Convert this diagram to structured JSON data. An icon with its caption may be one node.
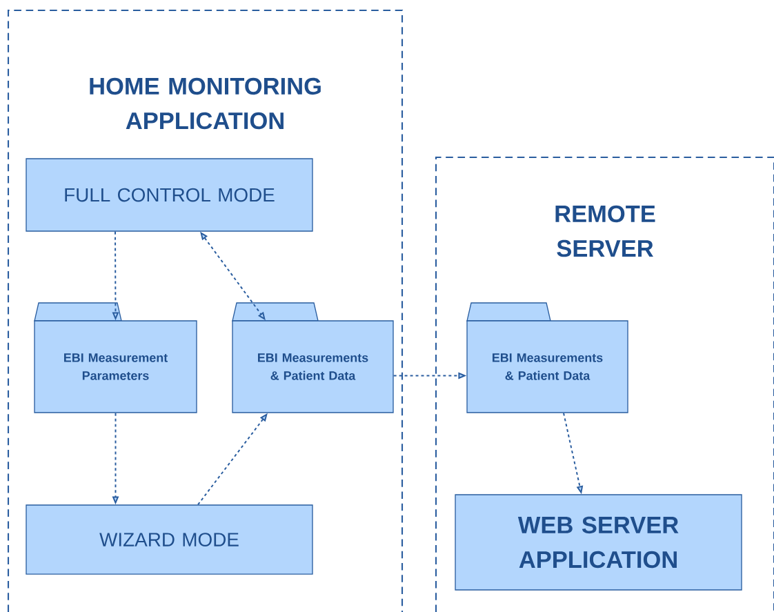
{
  "diagram": {
    "nodes": [
      {
        "text": [
          "HOME MONITORING APPLICATION"
        ]
      },
      {
        "text": [
          "REMOTE SERVER"
        ]
      },
      {
        "text": [
          "FULL CONTROL MODE"
        ],
        "in": 0
      },
      {
        "text": [
          "EBI Measurement Parameters"
        ],
        "in": 0
      },
      {
        "text": [
          "EBI Measurements & Patient Data"
        ],
        "in": 0
      },
      {
        "text": [
          "WIZARD MODE"
        ],
        "in": 0
      },
      {
        "text": [
          "EBI Measurements & Patient Data"
        ],
        "in": 1
      },
      {
        "text": [
          "WEB SERVER APPLICATION"
        ],
        "in": 1
      }
    ],
    "edges": [
      {
        "from": 2,
        "to": 3,
        "arrow": "to"
      },
      {
        "from": 2,
        "to": 4,
        "arrow": "both"
      },
      {
        "from": 3,
        "to": 5,
        "arrow": "to"
      },
      {
        "from": 5,
        "to": 4,
        "arrow": "to"
      },
      {
        "from": 4,
        "to": 6,
        "arrow": "to"
      },
      {
        "from": 6,
        "to": 7,
        "arrow": "to"
      }
    ]
  }
}
